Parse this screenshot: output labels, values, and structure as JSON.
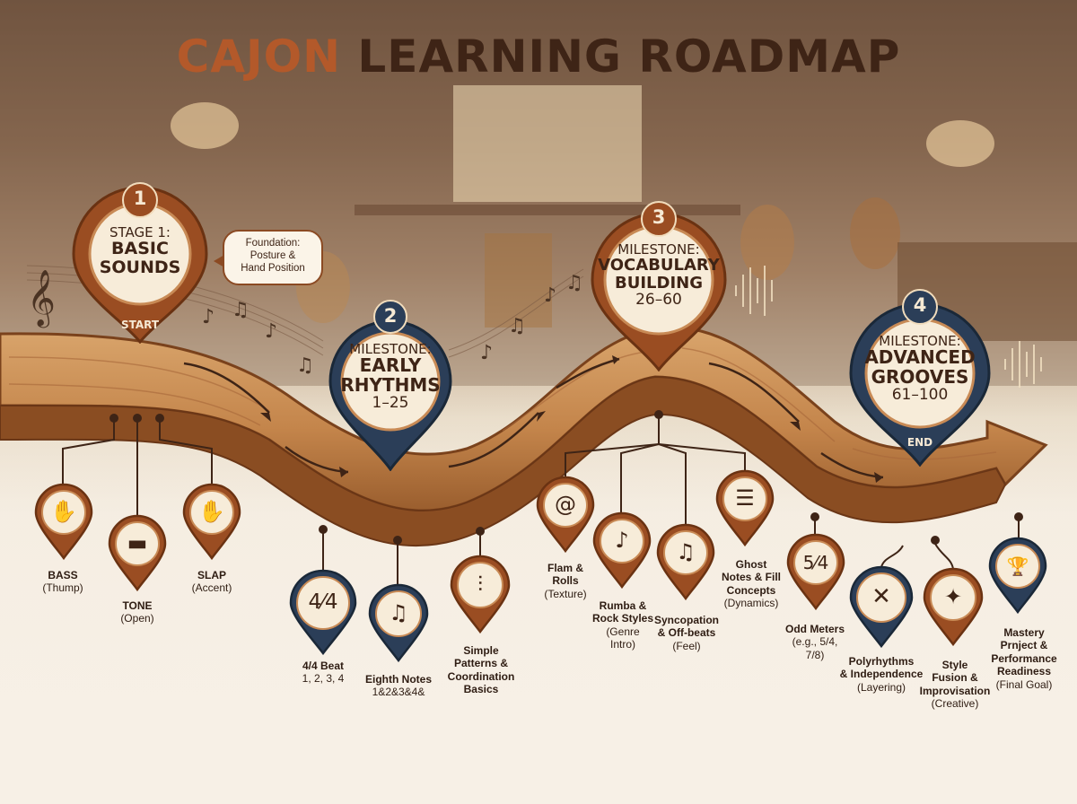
{
  "title": {
    "part1": "CAJON",
    "part2": "LEARNING ROADMAP"
  },
  "colors": {
    "brown": "#9a4d22",
    "navy": "#2b3e58",
    "cream": "#f7ecd9",
    "title_accent": "#b3592a"
  },
  "callout": {
    "line1": "Foundation:",
    "line2": "Posture &",
    "line3": "Hand Position"
  },
  "stages": [
    {
      "number": "1",
      "line1": "STAGE 1:",
      "line2": "BASIC",
      "line3": "SOUNDS",
      "tag": "START",
      "color": "brown"
    },
    {
      "number": "2",
      "line1": "MILESTONE:",
      "line2": "EARLY",
      "line3": "RHYTHMS",
      "line4": "1–25",
      "color": "navy"
    },
    {
      "number": "3",
      "line1": "MILESTONE:",
      "line2": "VOCABULARY",
      "line3": "BUILDING",
      "line4": "26–60",
      "color": "brown"
    },
    {
      "number": "4",
      "line1": "MILESTONE:",
      "line2": "ADVANCED",
      "line3": "GROOVES",
      "line4": "61–100",
      "tag": "END",
      "color": "navy"
    }
  ],
  "skills": [
    {
      "icon": "hand-bass-icon",
      "glyph": "✋",
      "main": "BASS",
      "sub": "(Thump)",
      "color": "brown"
    },
    {
      "icon": "cajon-box-icon",
      "glyph": "▬",
      "main": "TONE",
      "sub": "(Open)",
      "color": "brown"
    },
    {
      "icon": "slap-hand-icon",
      "glyph": "✋",
      "main": "SLAP",
      "sub": "(Accent)",
      "color": "brown"
    },
    {
      "icon": "time-signature-44-icon",
      "glyph": "4⁄4",
      "main": "4/4 Beat",
      "sub": "1, 2, 3, 4",
      "color": "navy"
    },
    {
      "icon": "eighth-note-icon",
      "glyph": "♫",
      "main": "Eighth Notes",
      "sub": "1&2&3&4&",
      "color": "navy"
    },
    {
      "icon": "drumsticks-icon",
      "glyph": "⫶",
      "main": "Simple",
      "main2": "Patterns &",
      "main3": "Coordination",
      "main4": "Basics",
      "color": "brown"
    },
    {
      "icon": "swirl-icon",
      "glyph": "@",
      "main": "Flam &",
      "main2": "Rolls",
      "sub": "(Texture)",
      "color": "brown"
    },
    {
      "icon": "guitar-icon",
      "glyph": "♪",
      "main": "Rumba &",
      "main2": "Rock Styles",
      "sub": "(Genre",
      "sub2": "Intro)",
      "color": "brown"
    },
    {
      "icon": "music-notes-icon",
      "glyph": "♫",
      "main": "Syncopation",
      "main2": "& Off-beats",
      "sub": "(Feel)",
      "color": "brown"
    },
    {
      "icon": "sheet-icon",
      "glyph": "☰",
      "main": "Ghost",
      "main2": "Notes & Fill",
      "main3": "Concepts",
      "sub": "(Dynamics)",
      "color": "brown"
    },
    {
      "icon": "time-signature-54-icon",
      "glyph": "5⁄4",
      "main": "Odd Meters",
      "sub": "(e.g., 5/4,",
      "sub2": "7/8)",
      "color": "brown"
    },
    {
      "icon": "crossed-sticks-icon",
      "glyph": "✕",
      "main": "Polyrhythms",
      "main2": "& Independence",
      "sub": "(Layering)",
      "color": "navy"
    },
    {
      "icon": "sparkle-hand-icon",
      "glyph": "✦",
      "main": "Style",
      "main2": "Fusion &",
      "main3": "Improvisation",
      "sub": "(Creative)",
      "color": "brown"
    },
    {
      "icon": "trophy-icon",
      "glyph": "🏆",
      "main": "Mastery",
      "main2": "Prnject &",
      "main3": "Performance",
      "main4": "Readiness",
      "sub": "(Final Goal)",
      "color": "navy"
    }
  ]
}
